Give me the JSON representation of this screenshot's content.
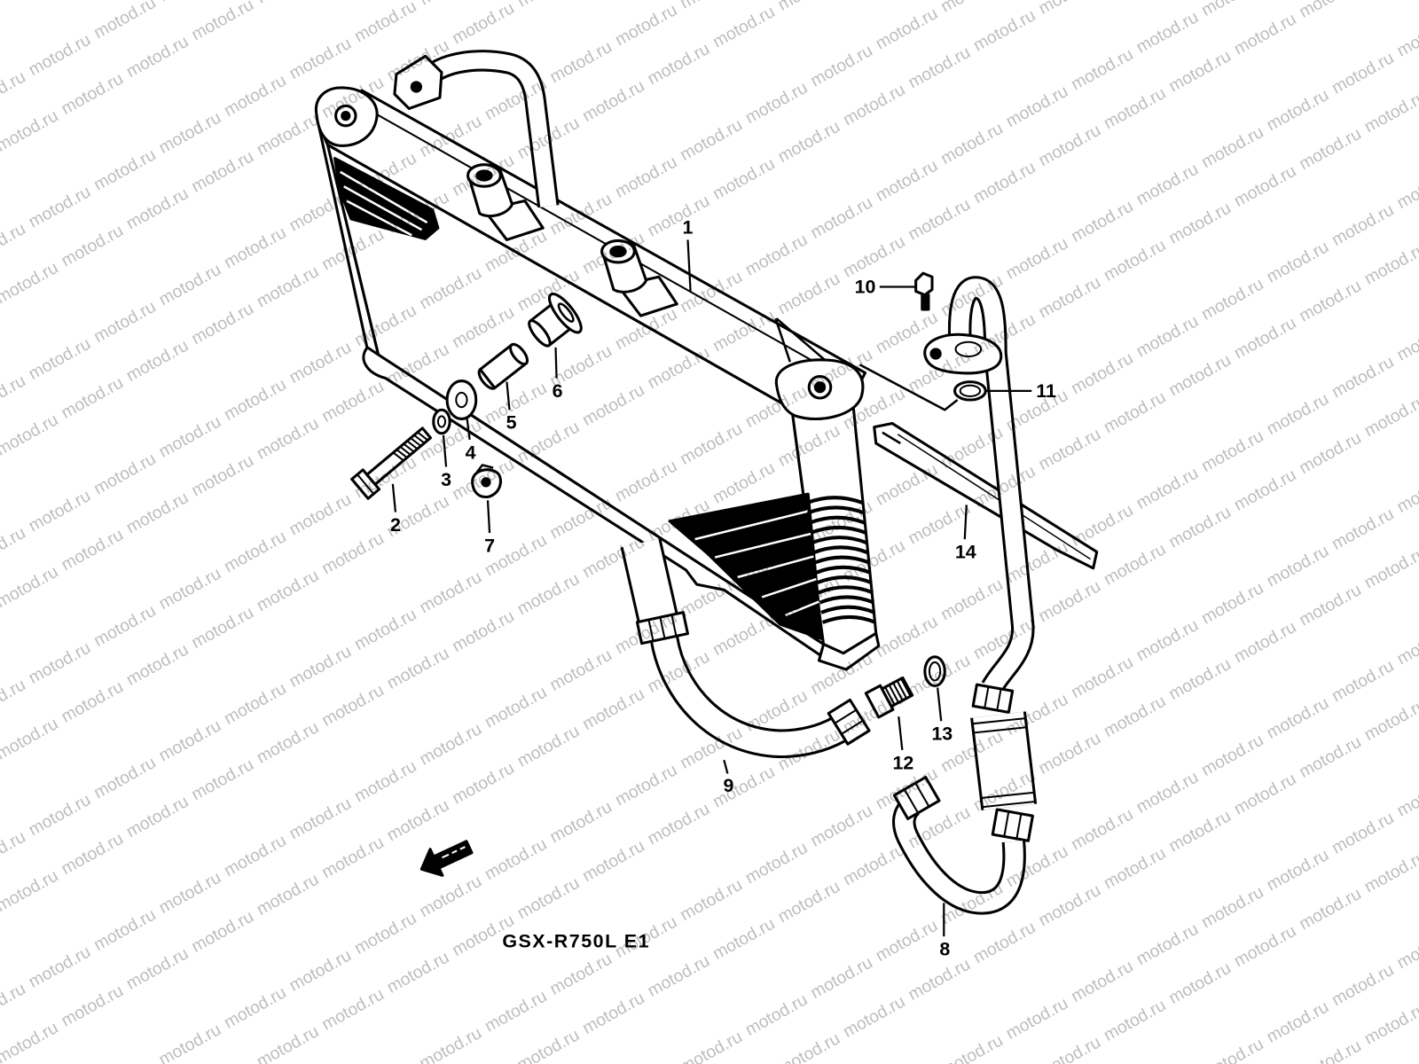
{
  "diagram": {
    "model_label": "GSX-R750L E1",
    "watermark": "motod.ru",
    "callouts": [
      "1",
      "2",
      "3",
      "4",
      "5",
      "6",
      "7",
      "8",
      "9",
      "10",
      "11",
      "12",
      "13",
      "14"
    ]
  },
  "colors": {
    "line": "#000000",
    "background": "#ffffff",
    "watermark": "#bdbdbd"
  },
  "icons": {
    "direction_arrow": "front-arrow-icon"
  }
}
